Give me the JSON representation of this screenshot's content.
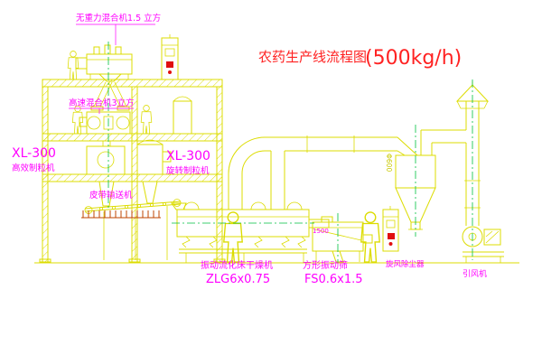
{
  "title": {
    "name": "农药生产线流程图",
    "capacity": "(500kg/h)"
  },
  "labels": {
    "mixer_top": "无重力混合机1.5 立方",
    "mixer_mid": "高速混合机3立方",
    "granulator_left_model": "XL-300",
    "granulator_left_name": "高效制粒机",
    "granulator_mid_model": "XL-300",
    "granulator_mid_name": "旋转制粒机",
    "belt_conveyor": "皮带输送机",
    "dryer_name": "振动流化床干燥机",
    "dryer_model": "ZLG6x0.75",
    "screen_name": "方形振动筛",
    "screen_model": "FS0.6x1.5",
    "cyclone": "旋风除尘器",
    "fan": "引风机",
    "duct_diameter": "Φ600",
    "screen_dimension": "1500"
  },
  "colors": {
    "background": "#ffffff",
    "drawing_line_yellow": "#dcdc00",
    "centerline_green": "#00c040",
    "label_magenta": "#ff00ff",
    "title_red": "#ff2222",
    "accent_red": "#e01010",
    "platform_hatch_red": "#bf4400"
  }
}
